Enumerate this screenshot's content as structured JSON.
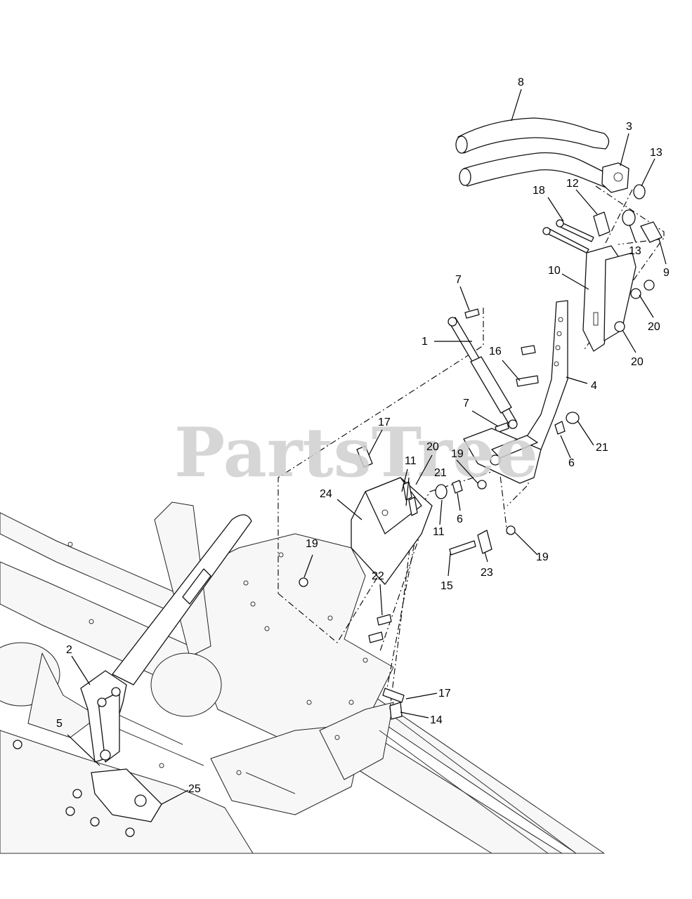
{
  "watermark": "PartsTree",
  "callouts": [
    {
      "id": "c8",
      "text": "8"
    },
    {
      "id": "c3",
      "text": "3"
    },
    {
      "id": "c13a",
      "text": "13"
    },
    {
      "id": "c18",
      "text": "18"
    },
    {
      "id": "c12",
      "text": "12"
    },
    {
      "id": "c13b",
      "text": "13"
    },
    {
      "id": "c9",
      "text": "9"
    },
    {
      "id": "c10",
      "text": "10"
    },
    {
      "id": "c7a",
      "text": "7"
    },
    {
      "id": "c20a",
      "text": "20"
    },
    {
      "id": "c1",
      "text": "1"
    },
    {
      "id": "c16",
      "text": "16"
    },
    {
      "id": "c20b",
      "text": "20"
    },
    {
      "id": "c4",
      "text": "4"
    },
    {
      "id": "c7b",
      "text": "7"
    },
    {
      "id": "c17a",
      "text": "17"
    },
    {
      "id": "c20c",
      "text": "20"
    },
    {
      "id": "c19a",
      "text": "19"
    },
    {
      "id": "c11a",
      "text": "11"
    },
    {
      "id": "c21a",
      "text": "21"
    },
    {
      "id": "c6a",
      "text": "6"
    },
    {
      "id": "c21b",
      "text": "21"
    },
    {
      "id": "c24",
      "text": "24"
    },
    {
      "id": "c6b",
      "text": "6"
    },
    {
      "id": "c11b",
      "text": "11"
    },
    {
      "id": "c19b",
      "text": "19"
    },
    {
      "id": "c19c",
      "text": "19"
    },
    {
      "id": "c22",
      "text": "22"
    },
    {
      "id": "c23",
      "text": "23"
    },
    {
      "id": "c15",
      "text": "15"
    },
    {
      "id": "c2",
      "text": "2"
    },
    {
      "id": "c17b",
      "text": "17"
    },
    {
      "id": "c14",
      "text": "14"
    },
    {
      "id": "c5",
      "text": "5"
    },
    {
      "id": "c25",
      "text": "25"
    }
  ]
}
